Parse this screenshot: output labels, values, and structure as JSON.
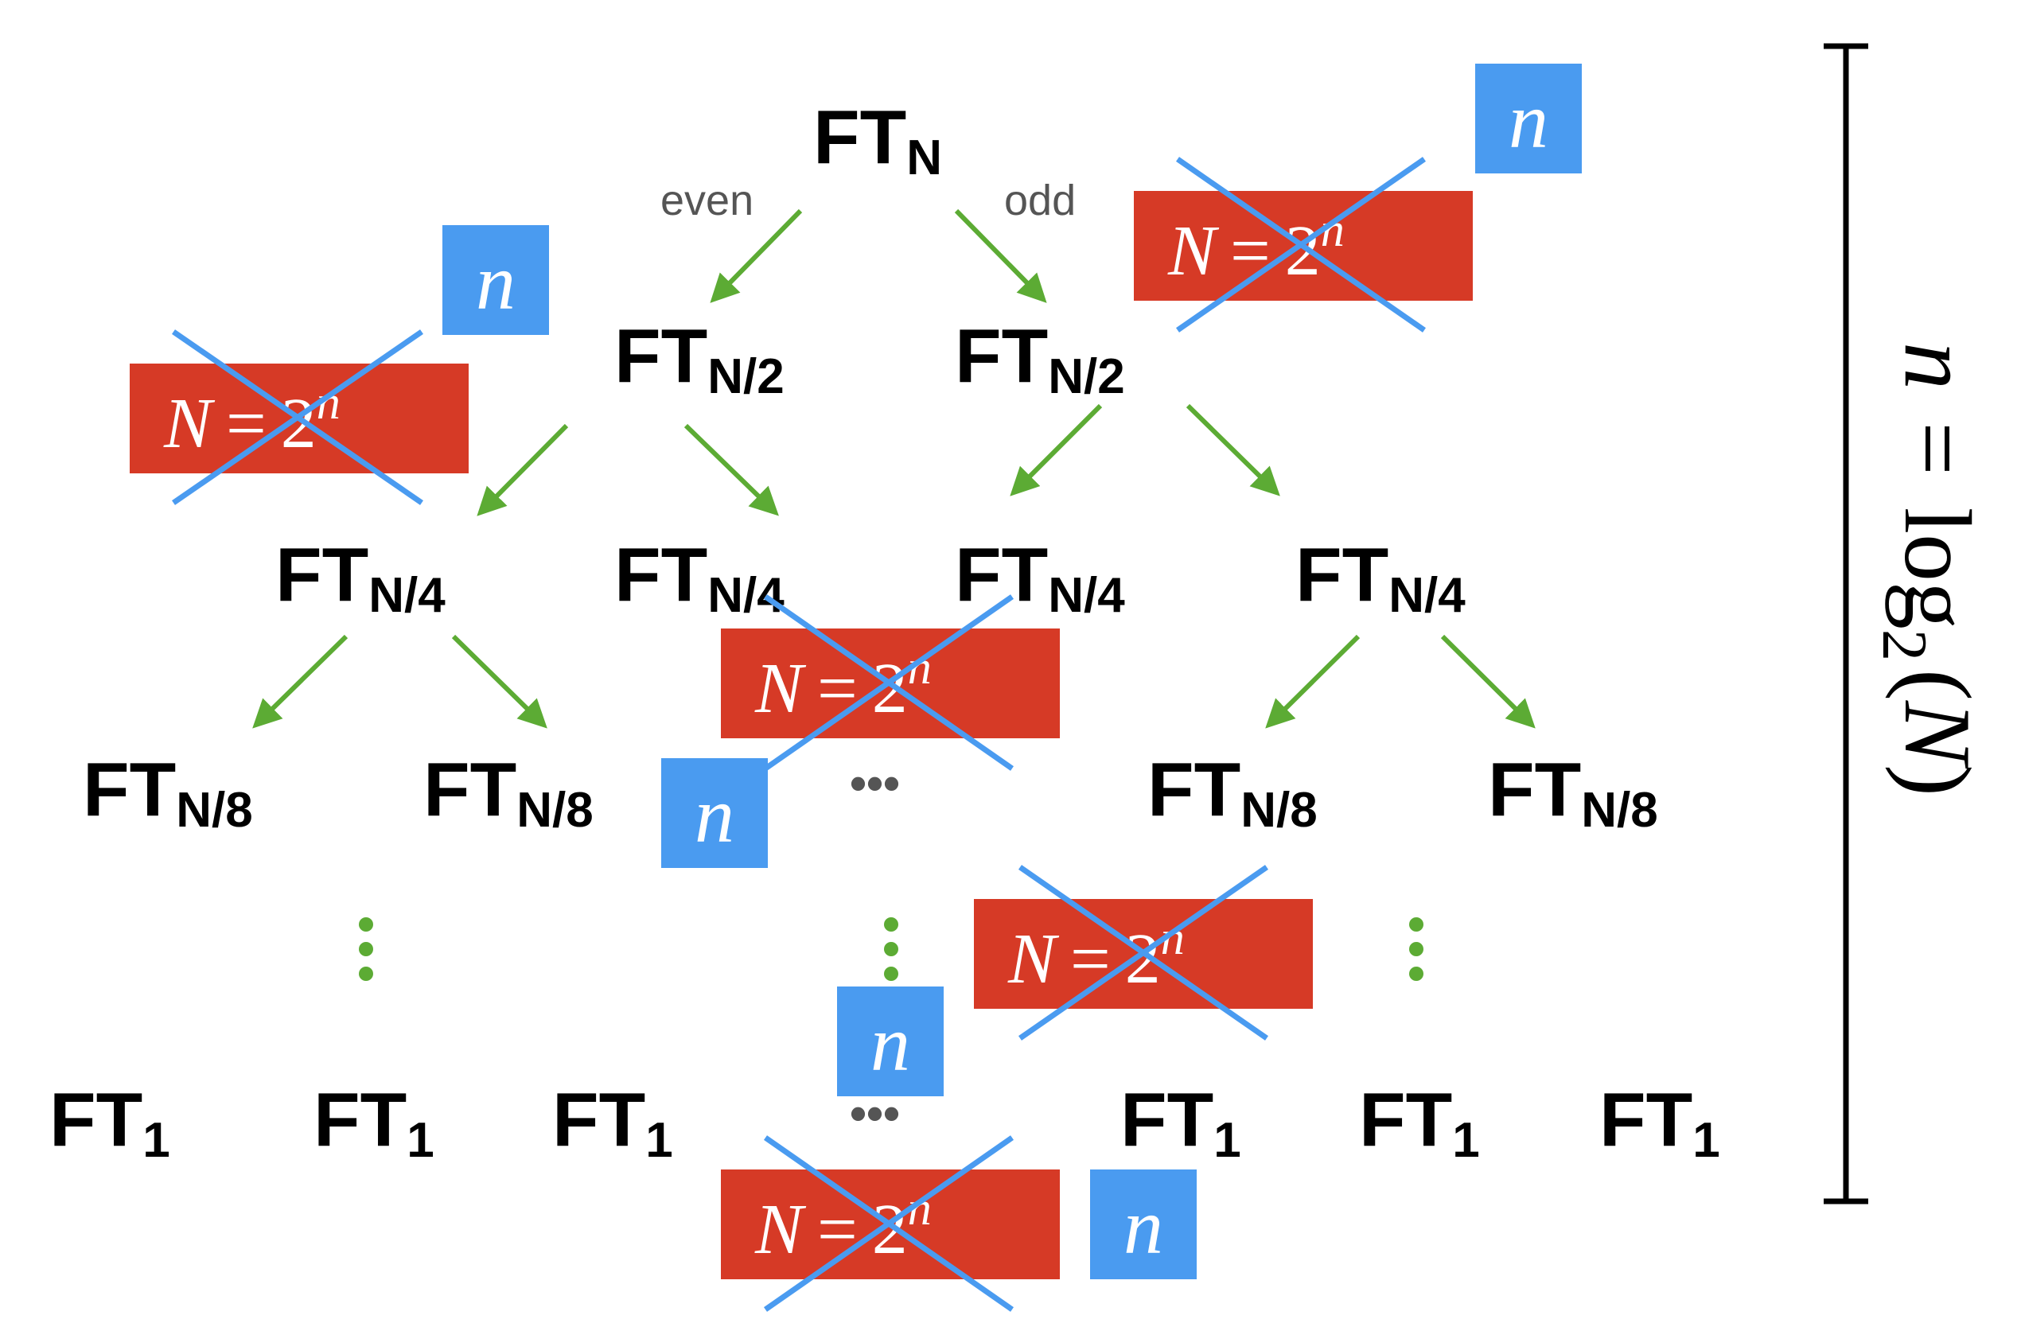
{
  "colors": {
    "arrow": "#5cab34",
    "dots": "#5cab34",
    "red_box": "#d63a26",
    "blue_box": "#4a9bf0",
    "cross": "#4a9bf0",
    "text": "#000000",
    "edge_label": "#555555"
  },
  "root": {
    "main": "FT",
    "sub": "N"
  },
  "edge_labels": {
    "left": "even",
    "right": "odd"
  },
  "level1": [
    {
      "main": "FT",
      "sub": "N/2"
    },
    {
      "main": "FT",
      "sub": "N/2"
    }
  ],
  "level2": [
    {
      "main": "FT",
      "sub": "N/4"
    },
    {
      "main": "FT",
      "sub": "N/4"
    },
    {
      "main": "FT",
      "sub": "N/4"
    },
    {
      "main": "FT",
      "sub": "N/4"
    }
  ],
  "level3": [
    {
      "main": "FT",
      "sub": "N/8"
    },
    {
      "main": "FT",
      "sub": "N/8"
    },
    {
      "main": "FT",
      "sub": "N/8"
    },
    {
      "main": "FT",
      "sub": "N/8"
    }
  ],
  "ellipsis_h": "•••",
  "leaves": [
    {
      "main": "FT",
      "sub": "1"
    },
    {
      "main": "FT",
      "sub": "1"
    },
    {
      "main": "FT",
      "sub": "1"
    },
    {
      "main": "FT",
      "sub": "1"
    },
    {
      "main": "FT",
      "sub": "1"
    },
    {
      "main": "FT",
      "sub": "1"
    }
  ],
  "crossed_equation": {
    "lhs": "N",
    "op": "=",
    "base": "2",
    "exp": "n"
  },
  "blue_label": "n",
  "side_formula": {
    "lhs": "n",
    "op": "=",
    "func": "log",
    "base": "2",
    "arg_open": "(",
    "arg": "N",
    "arg_close": ")"
  }
}
